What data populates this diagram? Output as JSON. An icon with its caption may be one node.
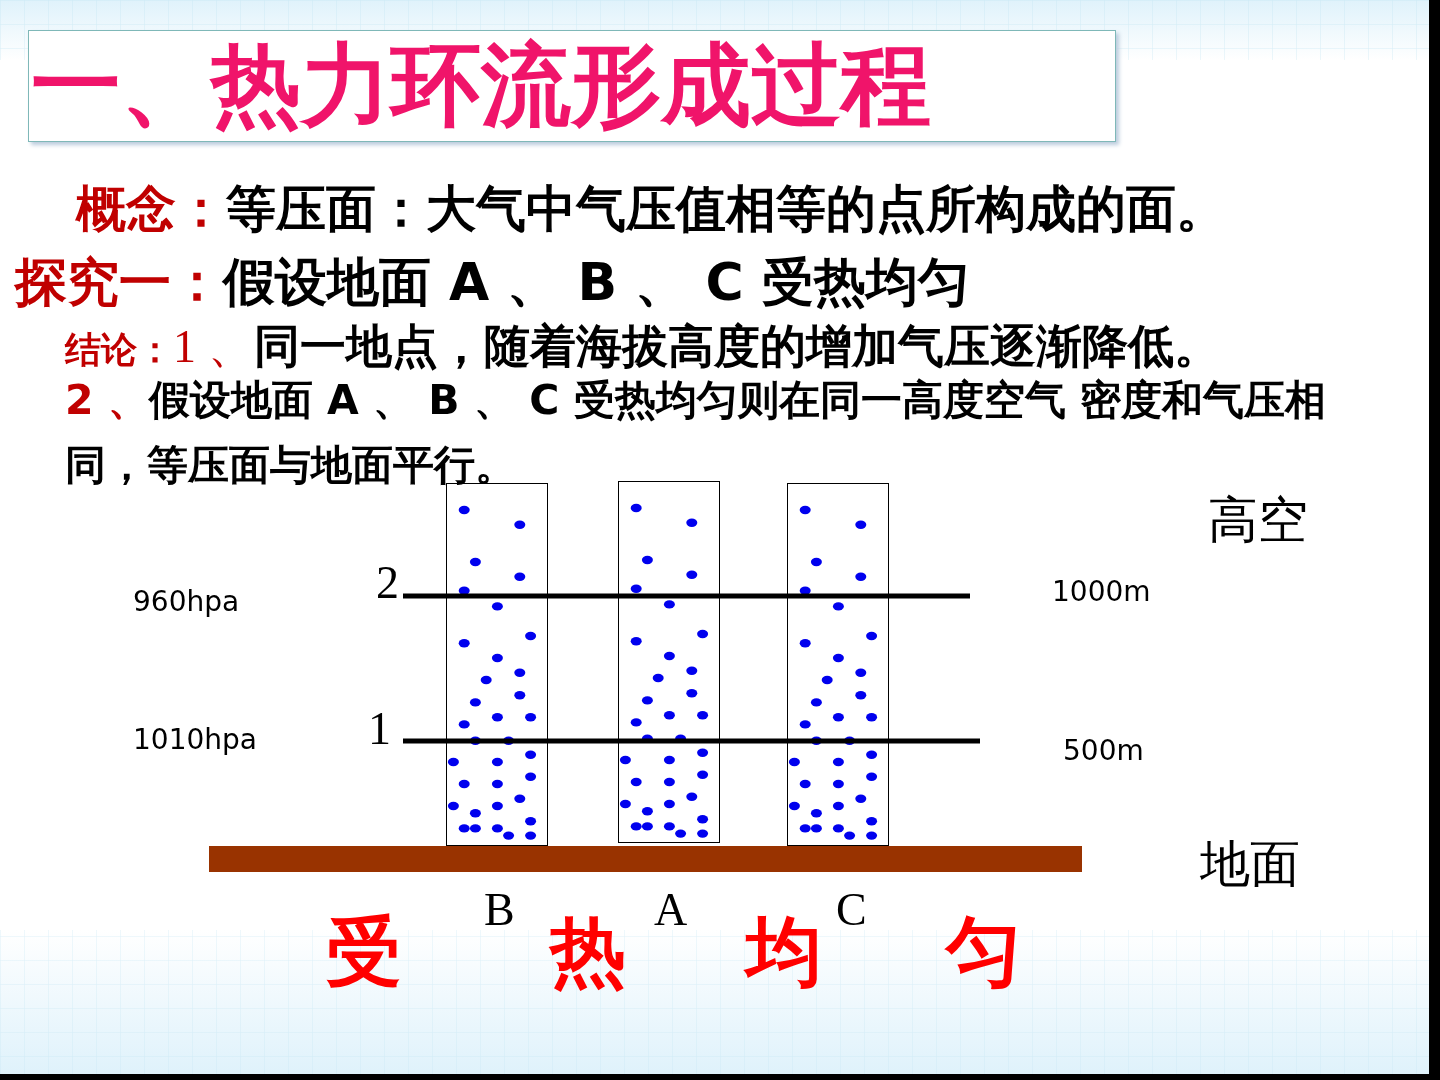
{
  "diagram": {
    "title": "一、热力环流形成过程",
    "nodes": [
      {
        "text": [],
        "shape": "box",
        "beside": [
          "B"
        ]
      },
      {
        "text": [],
        "shape": "box",
        "beside": [
          "A"
        ]
      },
      {
        "text": [],
        "shape": "box",
        "beside": [
          "C"
        ]
      }
    ],
    "edges": [],
    "labels": [
      "概念：",
      "等压面：大气中气压值相等的点所构成的面。",
      "探究一：",
      "假设地面 A 、 B 、 C 受热均匀",
      "结论：",
      "1 、",
      "同一地点，随着海拔高度的增加气压逐渐降低。",
      "2 、",
      "假设地面 A 、 B 、 C 受热均匀则在同一高度空气 密度和气压相同，等压面与地面平行。",
      "高空",
      "960hpa",
      "2",
      "1000m",
      "1010hpa",
      "1",
      "500m",
      "地面",
      "受",
      "热",
      "均",
      "匀"
    ]
  }
}
